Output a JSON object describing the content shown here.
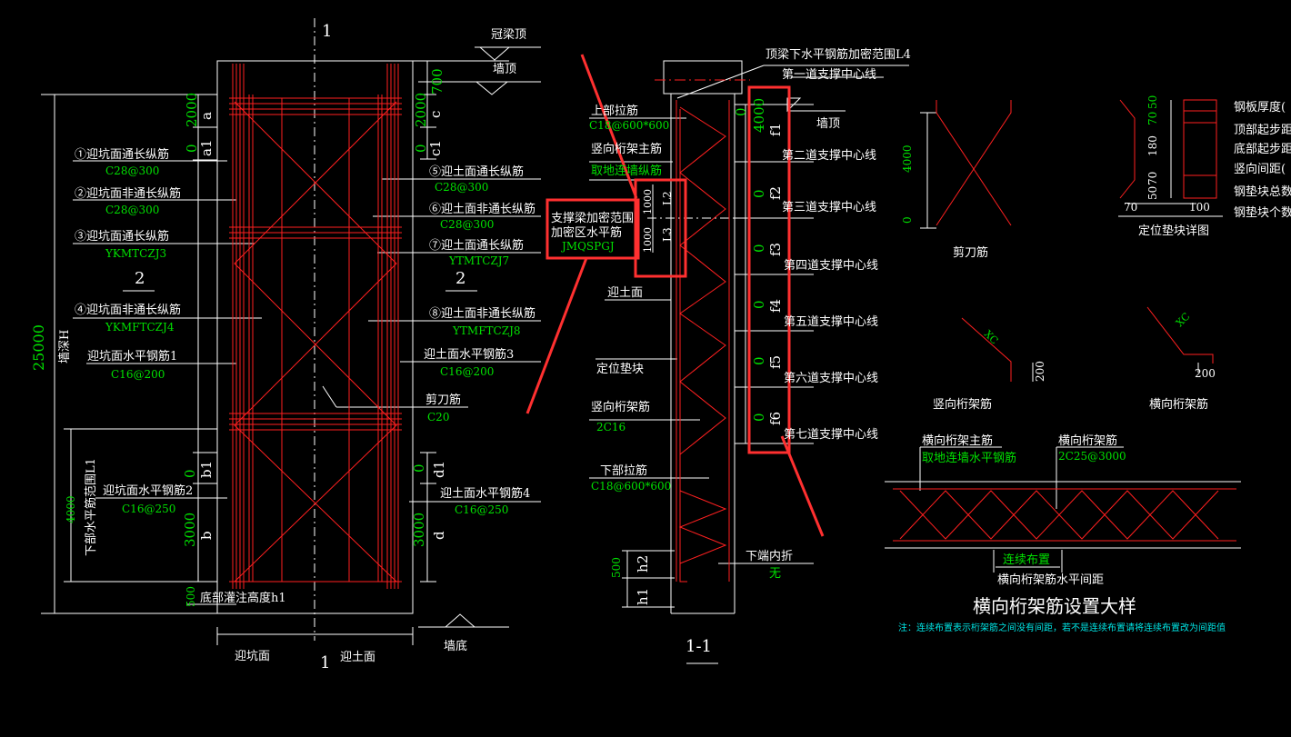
{
  "colors": {
    "background": "#000000",
    "lines": "#ffffff",
    "rebar": "#ff2020",
    "values": "#00e000",
    "note": "#00e6e6",
    "callout": "#ff3030"
  },
  "elevation": {
    "section_mark_top": "1",
    "section_mark_bottom": "1",
    "crown_beam_top": "冠梁顶",
    "wall_top": "墙顶",
    "wall_bottom": "墙底",
    "dim_700": "700",
    "dim_top_left": "2000",
    "dim_top_left_label": "a",
    "dim_a1_val": "0",
    "dim_a1_label": "a1",
    "dim_top_right": "2000",
    "dim_c_label": "c",
    "dim_c1_val": "0",
    "dim_c1_label": "c1",
    "total_depth": "25000",
    "wall_depth_label": "墙深H",
    "lower_range_val": "4000",
    "lower_range_label": "下部水平筋范围L1",
    "dim_b1_val": "0",
    "dim_b1_label": "b1",
    "dim_b_val": "3000",
    "dim_b_label": "b",
    "dim_d1_val": "0",
    "dim_d1_label": "d1",
    "dim_d_val": "3000",
    "dim_d_label": "d",
    "dim_500": "500",
    "bottom_pour_label": "底部灌注高度h1",
    "pit_face": "迎坑面",
    "soil_face": "迎土面",
    "section2_left": "2",
    "section2_right": "2",
    "bar1": "①迎坑面通长纵筋",
    "bar1_val": "C28@300",
    "bar2": "②迎坑面非通长纵筋",
    "bar2_val": "C28@300",
    "bar3": "③迎坑面通长纵筋",
    "bar3_val": "YKMTCZJ3",
    "bar4": "④迎坑面非通长纵筋",
    "bar4_val": "YKMFTCZJ4",
    "bar5": "⑤迎土面通长纵筋",
    "bar5_val": "C28@300",
    "bar6": "⑥迎土面非通长纵筋",
    "bar6_val": "C28@300",
    "bar7": "⑦迎土面通长纵筋",
    "bar7_val": "YTMTCZJ7",
    "bar8": "⑧迎土面非通长纵筋",
    "bar8_val": "YTMFTCZJ8",
    "pit_h1": "迎坑面水平钢筋1",
    "pit_h1_val": "C16@200",
    "soil_h3": "迎土面水平钢筋3",
    "soil_h3_val": "C16@200",
    "shear": "剪刀筋",
    "shear_val": "C20",
    "pit_h2": "迎坑面水平钢筋2",
    "pit_h2_val": "C16@250",
    "soil_h4": "迎土面水平钢筋4",
    "soil_h4_val": "C16@250"
  },
  "section": {
    "title": "1-1",
    "top_range": "顶梁下水平钢筋加密范围L4",
    "support1": "第一道支撑中心线",
    "support2": "第二道支撑中心线",
    "support3": "第三道支撑中心线",
    "support4": "第四道支撑中心线",
    "support5": "第五道支撑中心线",
    "support6": "第六道支撑中心线",
    "support7": "第七道支撑中心线",
    "wall_top": "墙顶",
    "f1": "f1",
    "f1_zero": "0",
    "f1_val": "4000",
    "f2": "f2",
    "f2_zero": "0",
    "f3": "f3",
    "f3_zero": "0",
    "f4": "f4",
    "f4_zero": "0",
    "f5": "f5",
    "f5_zero": "0",
    "f6": "f6",
    "f6_zero": "0",
    "upper_tie": "上部拉筋",
    "upper_tie_val": "C18@600*600",
    "truss_main": "竖向桁架主筋",
    "truss_main_val": "取地连墙纵筋",
    "dense_line1": "支撑梁加密范围",
    "dense_line2": "加密区水平筋",
    "dense_val": "JMQSPGJ",
    "l2_val": "1000",
    "l2": "L2",
    "l3_val": "1000",
    "l3": "L3",
    "soil_face": "迎土面",
    "positioning_block": "定位垫块",
    "vertical_truss": "竖向桁架筋",
    "vertical_truss_val": "2C16",
    "lower_tie": "下部拉筋",
    "lower_tie_val": "C18@600*600",
    "bottom_fold": "下端内折",
    "bottom_fold_val": "无",
    "h2_val": "500",
    "h2": "h2",
    "h1": "h1"
  },
  "details": {
    "shear_dim": "4000",
    "shear_zero": "0",
    "shear_label": "剪刀筋",
    "block_dims": [
      "50",
      "70",
      "180",
      "70",
      "50"
    ],
    "block_w1": "70",
    "block_w2": "100",
    "block_title": "定位垫块详图",
    "block_notes": [
      "钢板厚度(",
      "顶部起步距",
      "底部起步距",
      "竖向间距(",
      "钢垫块总数",
      "钢垫块个数"
    ],
    "vt_xc": "XC",
    "vt_200": "200",
    "vt_label": "竖向桁架筋",
    "ht_xc": "XC",
    "ht_200": "200",
    "ht_label": "横向桁架筋",
    "ht_main": "横向桁架主筋",
    "ht_main_val": "取地连墙水平钢筋",
    "ht_bar": "横向桁架筋",
    "ht_bar_val": "2C25@3000",
    "continuous": "连续布置",
    "ht_spacing": "横向桁架筋水平间距",
    "big_title": "横向桁架筋设置大样",
    "note": "注：连续布置表示桁架筋之间没有间距，若不是连续布置请将连续布置改为间距值"
  }
}
